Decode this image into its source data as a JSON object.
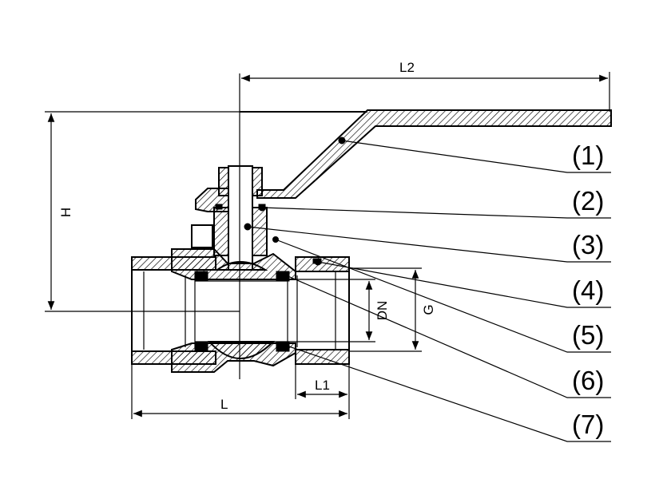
{
  "dimensions": {
    "l2": "L2",
    "h": "H",
    "dn": "DN",
    "g": "G",
    "l1": "L1",
    "l": "L"
  },
  "callouts": [
    "(1)",
    "(2)",
    "(3)",
    "(4)",
    "(5)",
    "(6)",
    "(7)"
  ]
}
